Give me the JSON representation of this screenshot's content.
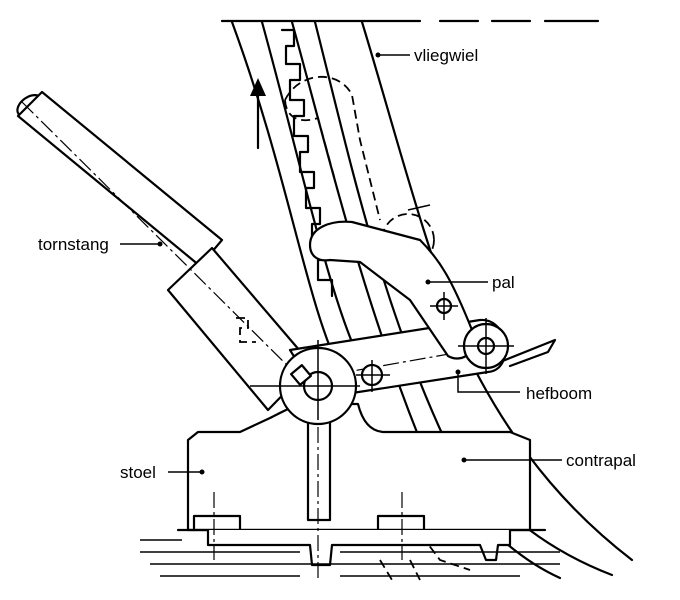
{
  "labels": {
    "vliegwiel": "vliegwiel",
    "tornstang": "tornstang",
    "pal": "pal",
    "hefboom": "hefboom",
    "stoel": "stoel",
    "contrapal": "contrapal"
  },
  "icons": {
    "direction_arrow": "arrow-up-icon"
  }
}
